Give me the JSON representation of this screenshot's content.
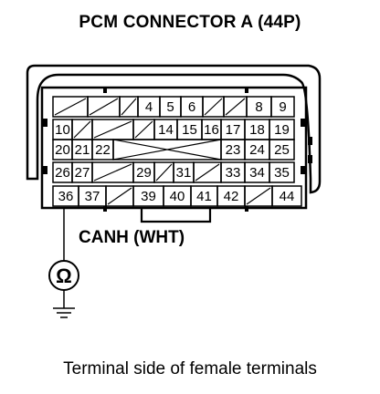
{
  "title": "PCM CONNECTOR A (44P)",
  "wire_label": "CANH (WHT)",
  "meter_symbol": "Ω",
  "caption": "Terminal side of female terminals",
  "connector": {
    "rows": [
      [
        "",
        "",
        "",
        "4",
        "5",
        "6",
        "",
        "",
        "8",
        "9"
      ],
      [
        "10",
        "",
        "",
        "",
        "14",
        "15",
        "16",
        "17",
        "18",
        "19"
      ],
      [
        "20",
        "21",
        "22",
        "",
        "",
        "",
        "",
        "23",
        "24",
        "25"
      ],
      [
        "26",
        "27",
        "",
        "29",
        "",
        "31",
        "",
        "33",
        "34",
        "35"
      ],
      [
        "36",
        "37",
        "",
        "39",
        "40",
        "41",
        "42",
        "",
        "44"
      ]
    ]
  }
}
